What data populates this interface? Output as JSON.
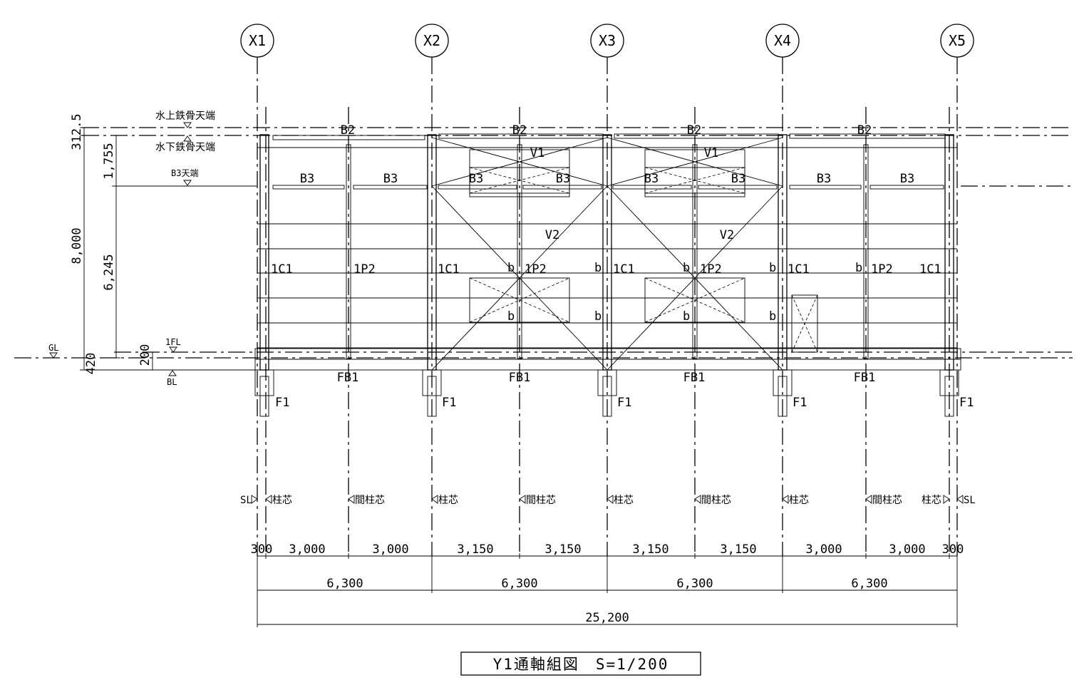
{
  "title": "Y1通軸組図　S=1/200",
  "axes": [
    "X1",
    "X2",
    "X3",
    "X4",
    "X5"
  ],
  "levels": {
    "water_top": "水上鉄骨天端",
    "water_bottom": "水下鉄骨天端",
    "b3_top": "B3天端",
    "fl1": "1FL",
    "gl": "GL",
    "bl": "BL"
  },
  "vertical_dims": {
    "d312": "312.5",
    "d1755": "1,755",
    "d8000": "8,000",
    "d6245": "6,245",
    "d420": "420",
    "d200": "200"
  },
  "members": {
    "B2": "B2",
    "B3": "B3",
    "V1": "V1",
    "V2": "V2",
    "C1": "1C1",
    "P2": "1P2",
    "FB1": "FB1",
    "F1": "F1",
    "b": "b"
  },
  "center_labels": {
    "sl": "SL",
    "column": "柱芯",
    "mid": "間柱芯"
  },
  "dims_row1": [
    "300",
    "3,000",
    "3,000",
    "3,150",
    "3,150",
    "3,150",
    "3,150",
    "3,000",
    "3,000",
    "300"
  ],
  "dims_row2": [
    "6,300",
    "6,300",
    "6,300",
    "6,300"
  ],
  "dims_total": "25,200"
}
